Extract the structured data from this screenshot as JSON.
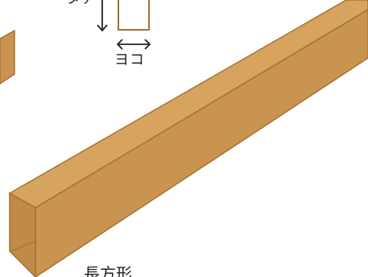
{
  "labels": {
    "height": "タテ",
    "width": "ヨコ",
    "shape": "長方形"
  },
  "colors": {
    "wood_top": "#d6a45f",
    "wood_front": "#c99450",
    "wood_end": "#c08a48",
    "wood_edge": "#a8702f",
    "arrow": "#222222"
  },
  "icons": {
    "vertical_arrow": "arrow-down-icon",
    "horizontal_arrow": "arrow-left-right-icon"
  }
}
